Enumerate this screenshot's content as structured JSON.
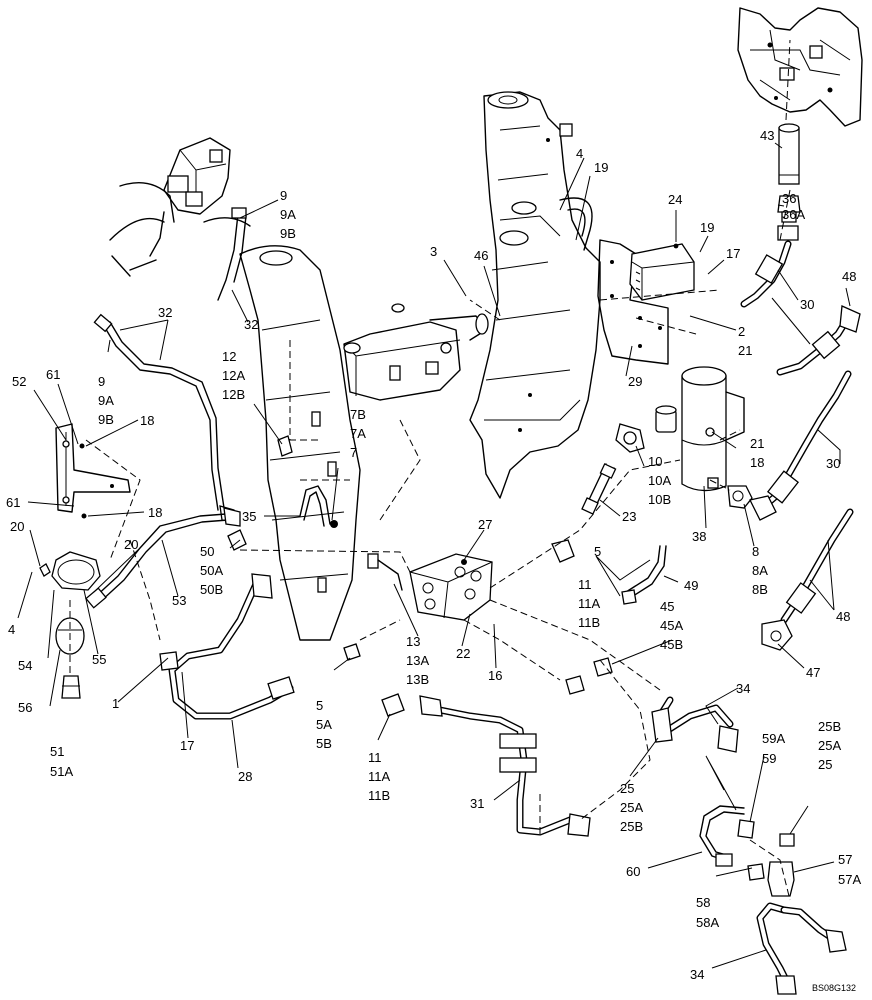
{
  "diagram": {
    "drawing_code": "BS08G132",
    "callouts": [
      {
        "id": "c-43",
        "lines": [
          "43"
        ]
      },
      {
        "id": "c-36",
        "lines": [
          "36",
          "36A"
        ]
      },
      {
        "id": "c-48a",
        "lines": [
          "48"
        ]
      },
      {
        "id": "c-30a",
        "lines": [
          "30"
        ]
      },
      {
        "id": "c-24",
        "lines": [
          "24"
        ]
      },
      {
        "id": "c-19a",
        "lines": [
          "19"
        ]
      },
      {
        "id": "c-19b",
        "lines": [
          "19"
        ]
      },
      {
        "id": "c-17a",
        "lines": [
          "17"
        ]
      },
      {
        "id": "c-4a",
        "lines": [
          "4"
        ]
      },
      {
        "id": "c-2",
        "lines": [
          "2",
          "21"
        ]
      },
      {
        "id": "c-29",
        "lines": [
          "29"
        ]
      },
      {
        "id": "c-3",
        "lines": [
          "3"
        ]
      },
      {
        "id": "c-46",
        "lines": [
          "46"
        ]
      },
      {
        "id": "c-9a",
        "lines": [
          "9",
          "9A",
          "9B"
        ]
      },
      {
        "id": "c-32a",
        "lines": [
          "32"
        ]
      },
      {
        "id": "c-32b",
        "lines": [
          "32"
        ]
      },
      {
        "id": "c-9b",
        "lines": [
          "9",
          "9A",
          "9B"
        ]
      },
      {
        "id": "c-12",
        "lines": [
          "12",
          "12A",
          "12B"
        ]
      },
      {
        "id": "c-7",
        "lines": [
          "7B",
          "7A",
          "7"
        ]
      },
      {
        "id": "c-52",
        "lines": [
          "52"
        ]
      },
      {
        "id": "c-61a",
        "lines": [
          "61"
        ]
      },
      {
        "id": "c-18a",
        "lines": [
          "18"
        ]
      },
      {
        "id": "c-61b",
        "lines": [
          "61"
        ]
      },
      {
        "id": "c-18b",
        "lines": [
          "18"
        ]
      },
      {
        "id": "c-21b",
        "lines": [
          "21",
          "18"
        ]
      },
      {
        "id": "c-30b",
        "lines": [
          "30"
        ]
      },
      {
        "id": "c-10",
        "lines": [
          "10",
          "10A",
          "10B"
        ]
      },
      {
        "id": "c-23",
        "lines": [
          "23"
        ]
      },
      {
        "id": "c-38",
        "lines": [
          "38"
        ]
      },
      {
        "id": "c-8",
        "lines": [
          "8",
          "8A",
          "8B"
        ]
      },
      {
        "id": "c-35",
        "lines": [
          "35"
        ]
      },
      {
        "id": "c-27",
        "lines": [
          "27"
        ]
      },
      {
        "id": "c-20a",
        "lines": [
          "20"
        ]
      },
      {
        "id": "c-20b",
        "lines": [
          "20"
        ]
      },
      {
        "id": "c-50",
        "lines": [
          "50",
          "50A",
          "50B"
        ]
      },
      {
        "id": "c-53",
        "lines": [
          "53"
        ]
      },
      {
        "id": "c-4b",
        "lines": [
          "4"
        ]
      },
      {
        "id": "c-5a",
        "lines": [
          "5"
        ]
      },
      {
        "id": "c-11a",
        "lines": [
          "11",
          "11A",
          "11B"
        ]
      },
      {
        "id": "c-49",
        "lines": [
          "49"
        ]
      },
      {
        "id": "c-48b",
        "lines": [
          "48"
        ]
      },
      {
        "id": "c-47",
        "lines": [
          "47"
        ]
      },
      {
        "id": "c-54",
        "lines": [
          "54"
        ]
      },
      {
        "id": "c-55",
        "lines": [
          "55"
        ]
      },
      {
        "id": "c-56",
        "lines": [
          "56"
        ]
      },
      {
        "id": "c-51",
        "lines": [
          "51",
          "51A"
        ]
      },
      {
        "id": "c-1",
        "lines": [
          "1"
        ]
      },
      {
        "id": "c-17b",
        "lines": [
          "17"
        ]
      },
      {
        "id": "c-28",
        "lines": [
          "28"
        ]
      },
      {
        "id": "c-13",
        "lines": [
          "13",
          "13A",
          "13B"
        ]
      },
      {
        "id": "c-22",
        "lines": [
          "22"
        ]
      },
      {
        "id": "c-16",
        "lines": [
          "16"
        ]
      },
      {
        "id": "c-45",
        "lines": [
          "45",
          "45A",
          "45B"
        ]
      },
      {
        "id": "c-5b",
        "lines": [
          "5",
          "5A",
          "5B"
        ]
      },
      {
        "id": "c-11b",
        "lines": [
          "11",
          "11A",
          "11B"
        ]
      },
      {
        "id": "c-34a",
        "lines": [
          "34"
        ]
      },
      {
        "id": "c-25a",
        "lines": [
          "25",
          "25A",
          "25B"
        ]
      },
      {
        "id": "c-59",
        "lines": [
          "59A",
          "59"
        ]
      },
      {
        "id": "c-25b",
        "lines": [
          "25B",
          "25A",
          "25"
        ]
      },
      {
        "id": "c-31",
        "lines": [
          "31"
        ]
      },
      {
        "id": "c-60",
        "lines": [
          "60"
        ]
      },
      {
        "id": "c-57",
        "lines": [
          "57",
          "57A"
        ]
      },
      {
        "id": "c-58",
        "lines": [
          "58",
          "58A"
        ]
      },
      {
        "id": "c-34b",
        "lines": [
          "34"
        ]
      }
    ]
  }
}
